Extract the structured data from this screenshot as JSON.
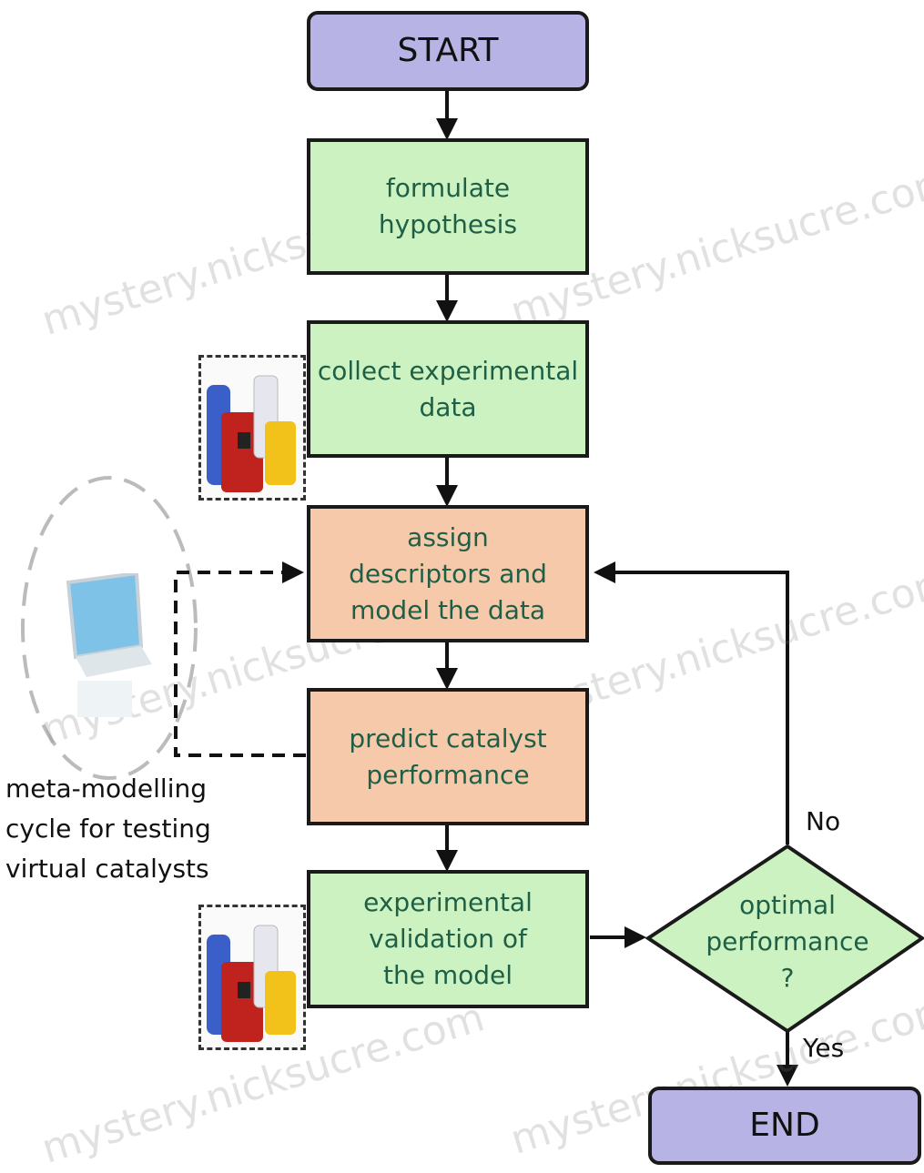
{
  "nodes": {
    "start": "START",
    "formulate": "formulate\nhypothesis",
    "collect": "collect experimental\ndata",
    "assign": "assign\ndescriptors and\nmodel the data",
    "predict": "predict catalyst\nperformance",
    "validation": "experimental\nvalidation of\nthe model",
    "decision": "optimal\nperformance\n?",
    "end": "END"
  },
  "edge_labels": {
    "no": "No",
    "yes": "Yes"
  },
  "side_caption": "meta-modelling\ncycle for testing\nvirtual catalysts",
  "watermark": "mystery.nicksucre.com",
  "colors": {
    "terminal": "#b7b3e4",
    "experiment_step": "#cdf2c1",
    "model_step": "#f6c9aa",
    "decision": "#cdf2c1",
    "text": "#1f5f46"
  },
  "icons": [
    "lab-beakers-icon",
    "laptop-icon"
  ]
}
